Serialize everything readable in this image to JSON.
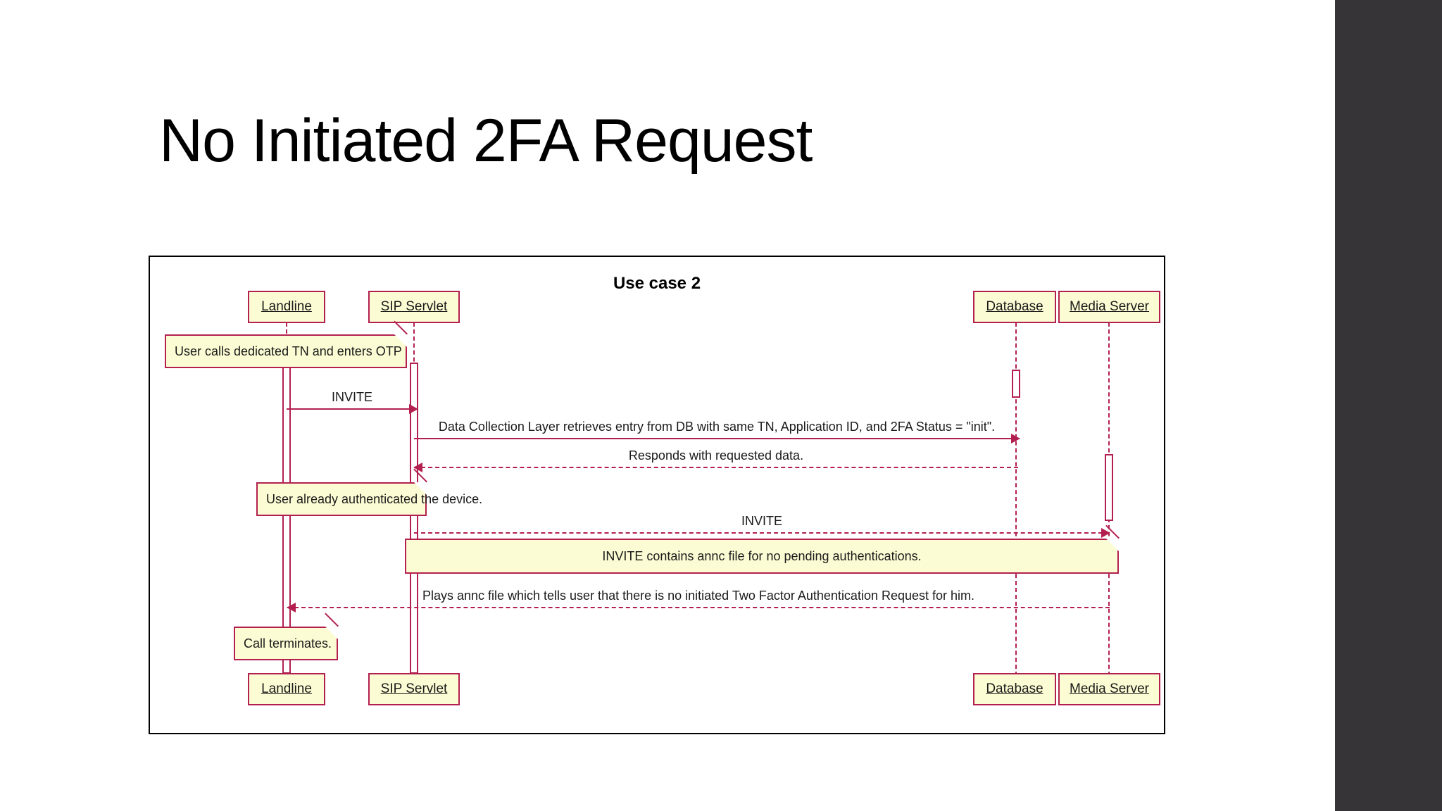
{
  "slide": {
    "title": "No Initiated 2FA Request",
    "background_color": "#ffffff",
    "right_bar_color": "#363436"
  },
  "diagram": {
    "title": "Use case 2",
    "type": "uml-sequence-diagram",
    "colors": {
      "note_fill": "#fcfcd4",
      "accent": "#b32050",
      "frame": "#000000",
      "text": "#1a1a1a"
    },
    "participants": [
      {
        "id": "landline",
        "label": "Landline"
      },
      {
        "id": "sip_servlet",
        "label": "SIP Servlet"
      },
      {
        "id": "database",
        "label": "Database"
      },
      {
        "id": "media_server",
        "label": "Media Server"
      }
    ],
    "participants_bottom": [
      {
        "id": "landline",
        "label": "Landline"
      },
      {
        "id": "sip_servlet",
        "label": "SIP Servlet"
      },
      {
        "id": "database",
        "label": "Database"
      },
      {
        "id": "media_server",
        "label": "Media Server"
      }
    ],
    "notes": [
      {
        "id": "note-user-calls",
        "text": "User calls dedicated TN and enters OTP",
        "attached_to": "landline"
      },
      {
        "id": "note-already-auth",
        "text": "User already authenticated the device.",
        "attached_to": "sip_servlet"
      },
      {
        "id": "note-invite-annc",
        "text": "INVITE contains annc file for no pending authentications.",
        "attached_to": "media_server"
      },
      {
        "id": "note-call-terminates",
        "text": "Call terminates.",
        "attached_to": "landline"
      }
    ],
    "messages": [
      {
        "id": "msg-invite-1",
        "label": "INVITE",
        "from": "landline",
        "to": "sip_servlet",
        "style": "solid",
        "direction": "right"
      },
      {
        "id": "msg-db-query",
        "label": "Data Collection Layer retrieves entry from DB with same TN, Application ID, and 2FA Status = \"init\".",
        "from": "sip_servlet",
        "to": "database",
        "style": "solid",
        "direction": "right"
      },
      {
        "id": "msg-db-response",
        "label": "Responds with requested data.",
        "from": "database",
        "to": "sip_servlet",
        "style": "dashed",
        "direction": "left"
      },
      {
        "id": "msg-invite-2",
        "label": "INVITE",
        "from": "sip_servlet",
        "to": "media_server",
        "style": "dashed",
        "direction": "right"
      },
      {
        "id": "msg-plays-annc",
        "label": "Plays annc file which tells user that there is no initiated Two Factor Authentication Request for him.",
        "from": "media_server",
        "to": "landline",
        "style": "dashed",
        "direction": "left"
      }
    ]
  }
}
